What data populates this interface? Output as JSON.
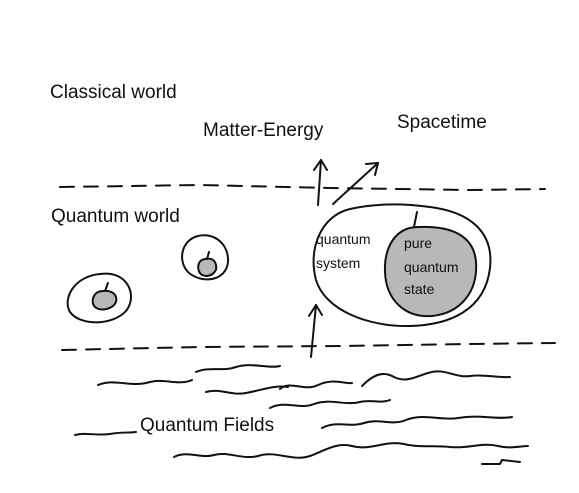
{
  "labels": {
    "classical_world": "Classical  world",
    "matter_energy": "Matter-Energy",
    "spacetime": "Spacetime",
    "quantum_world": "Quantum world",
    "quantum_system_line1": "quantum",
    "quantum_system_line2": "system",
    "pure_line1": "pure",
    "pure_line2": "quantum",
    "pure_line3": "state",
    "quantum_fields": "Quantum Fields"
  },
  "colors": {
    "ink": "#111111",
    "pure_state_fill": "#b8b8b8",
    "background": "#ffffff"
  }
}
